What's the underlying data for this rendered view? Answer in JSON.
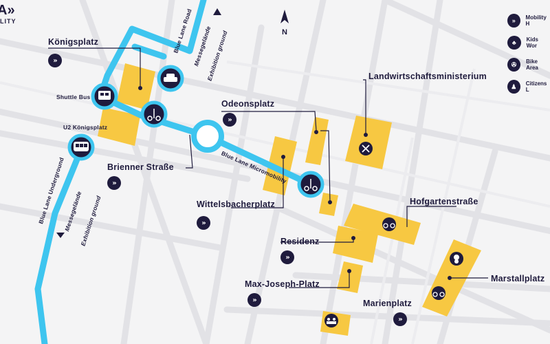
{
  "logo": {
    "mark": "A»",
    "sub": "LITY"
  },
  "north_label": "N",
  "colors": {
    "navy": "#1f1b3d",
    "blue": "#3ec5ef",
    "yellow": "#f7c842",
    "road": "#e3e3e6"
  },
  "legend": [
    {
      "label": "Mobility H",
      "icon": "chevron-right-icon",
      "glyph": "»"
    },
    {
      "label": "Kids Wor",
      "icon": "teddy-bear-icon",
      "glyph": "♣"
    },
    {
      "label": "Bike Area",
      "icon": "bicycle-icon",
      "glyph": "✇"
    },
    {
      "label": "Citizens L",
      "icon": "people-icon",
      "glyph": "♟"
    }
  ],
  "places": {
    "koenigsplatz": "Königsplatz",
    "shuttle_bus": "Shuttle Bus",
    "u2_koenigsplatz": "U2 Königsplatz",
    "brienner_strasse": "Brienner Straße",
    "odeonsplatz": "Odeonsplatz",
    "wittelsbacherplatz": "Wittelsbacherplatz",
    "landwirtschaftsministerium": "Landwirtschaftsministerium",
    "hofgartenstrasse": "Hofgartenstraße",
    "residenz": "Residenz",
    "max_joseph_platz": "Max-Joseph-Platz",
    "marienplatz": "Marienplatz",
    "marstallplatz": "Marstallplatz"
  },
  "routes": {
    "blue_lane_road": "Blue Lane Road",
    "messegelaende_top": "Messegelände",
    "exhibition_top": "Exhibition ground",
    "blue_lane_underground": "Blue Lane Underground",
    "messegelaende_bottom": "Messegelände",
    "exhibition_bottom": "Exhibition ground",
    "blue_lane_micromobility": "Blue Lane Micromobility"
  },
  "chevron_glyph": "»"
}
